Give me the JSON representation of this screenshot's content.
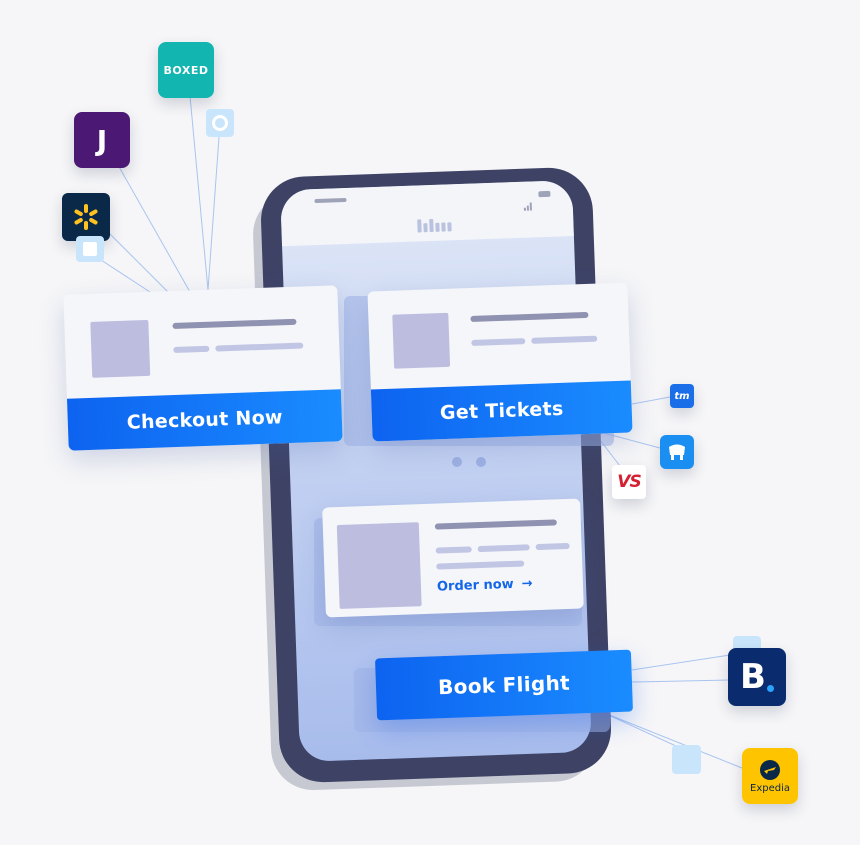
{
  "cards": {
    "checkout": {
      "cta_label": "Checkout Now"
    },
    "tickets": {
      "cta_label": "Get Tickets"
    },
    "order": {
      "link_label": "Order now",
      "link_arrow": "→"
    },
    "flight": {
      "cta_label": "Book Flight"
    }
  },
  "brands": {
    "boxed": {
      "label": "BOXED",
      "color": "#13b5b1"
    },
    "jet": {
      "label": "J",
      "color": "#4b1973"
    },
    "walmart": {
      "icon": "walmart-spark-icon",
      "color": "#0a2847"
    },
    "ticketmaster": {
      "label": "tm",
      "color": "#1a6fe8"
    },
    "seatgeek": {
      "icon": "seat-icon",
      "color": "#1b8ef2"
    },
    "vividseats": {
      "label": "VS",
      "color": "#d42030"
    },
    "booking": {
      "label": "B",
      "color": "#0a2b6d"
    },
    "expedia": {
      "label": "Expedia",
      "icon": "plane-globe-icon",
      "color": "#ffc400"
    }
  }
}
